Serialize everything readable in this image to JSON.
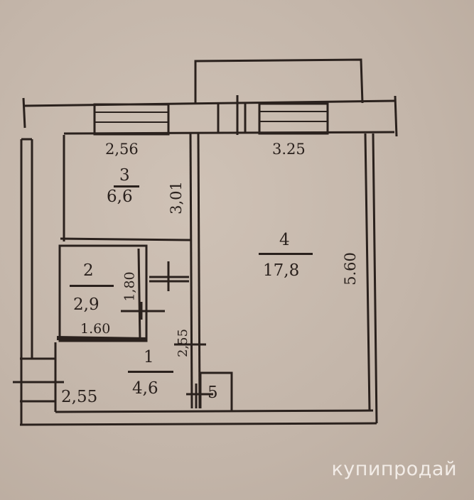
{
  "floor_plan": {
    "rooms": [
      {
        "number": "1",
        "area": "4,6",
        "dims": [
          "2,55",
          "2,55"
        ]
      },
      {
        "number": "2",
        "area": "2,9",
        "dims": [
          "1,80",
          "1.60"
        ]
      },
      {
        "number": "3",
        "area": "6,6",
        "dims": [
          "2,56",
          "3,01"
        ]
      },
      {
        "number": "4",
        "area": "17,8",
        "dims": [
          "3.25",
          "5.60"
        ]
      },
      {
        "number": "5",
        "area": ""
      }
    ]
  },
  "watermark": "купипродай"
}
